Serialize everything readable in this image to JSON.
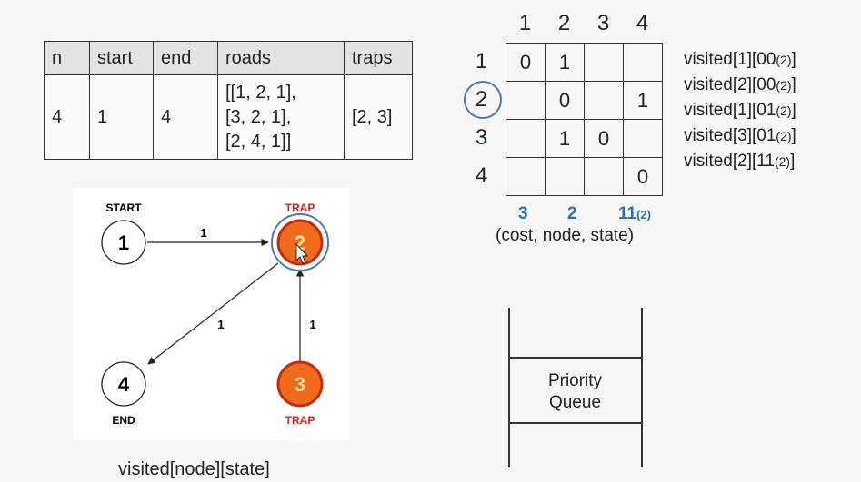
{
  "input_table": {
    "headers": [
      "n",
      "start",
      "end",
      "roads",
      "traps"
    ],
    "row": {
      "n": "4",
      "start": "1",
      "end": "4",
      "roads": [
        "[[1, 2, 1],",
        "[3, 2, 1],",
        "[2, 4, 1]]"
      ],
      "traps": "[2, 3]"
    }
  },
  "matrix": {
    "col_headers": [
      "1",
      "2",
      "3",
      "4"
    ],
    "row_headers": [
      "1",
      "2",
      "3",
      "4"
    ],
    "cells": [
      [
        "0",
        "1",
        "",
        ""
      ],
      [
        "",
        "0",
        "",
        "1"
      ],
      [
        "",
        "1",
        "0",
        ""
      ],
      [
        "",
        "",
        "",
        "0"
      ]
    ],
    "highlighted_row": "2",
    "highlight_color": "#4a78b8"
  },
  "visited_labels": [
    {
      "main": "visited[1][00",
      "sub": "(2)",
      "close": "]"
    },
    {
      "main": "visited[2][00",
      "sub": "(2)",
      "close": "]"
    },
    {
      "main": "visited[1][01",
      "sub": "(2)",
      "close": "]"
    },
    {
      "main": "visited[3][01",
      "sub": "(2)",
      "close": "]"
    },
    {
      "main": "visited[2][11",
      "sub": "(2)",
      "close": "]"
    }
  ],
  "current_state": {
    "cost": "3",
    "node": "2",
    "state": "11",
    "state_sub": "(2)",
    "caption": "(cost, node, state)",
    "color": "#2a73b8"
  },
  "graph": {
    "nodes": [
      {
        "id": "1",
        "label": "START",
        "trap": false
      },
      {
        "id": "2",
        "label": "TRAP",
        "trap": true
      },
      {
        "id": "3",
        "label": "TRAP",
        "trap": true
      },
      {
        "id": "4",
        "label": "END",
        "trap": false
      }
    ],
    "edges": [
      {
        "from": "1",
        "to": "2",
        "weight": "1"
      },
      {
        "from": "2",
        "to": "4",
        "weight": "1"
      },
      {
        "from": "3",
        "to": "2",
        "weight": "1"
      }
    ],
    "trap_fill": "#f26a1b",
    "trap_label_color": "#d42020",
    "caption": "visited[node][state]"
  },
  "priority_queue": {
    "label_line1": "Priority",
    "label_line2": "Queue"
  }
}
